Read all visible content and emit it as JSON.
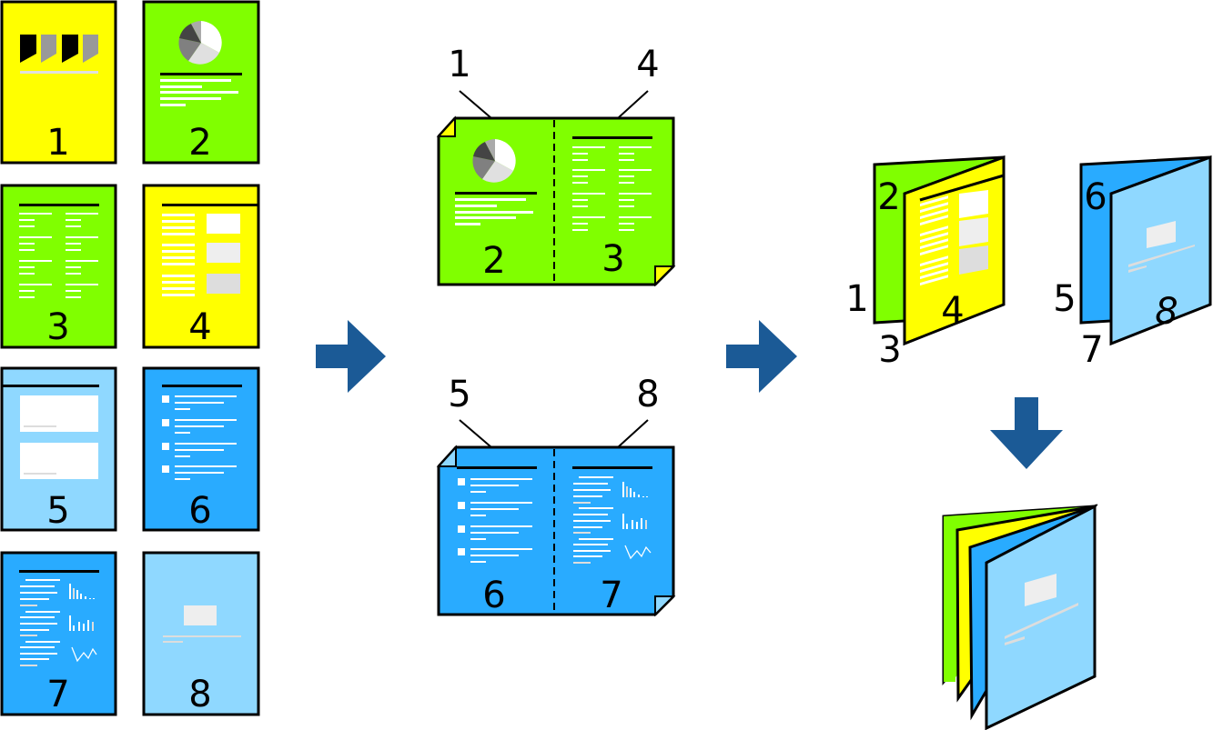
{
  "diagram": {
    "title": "Booklet printing: pages imposed onto sheets, folded, and stacked",
    "colors": {
      "yellow": "#ffff00",
      "green": "#80ff00",
      "blue": "#29abff",
      "light_blue": "#8fd8ff",
      "arrow": "#1b5a96",
      "outline": "#000000"
    },
    "source_pages": [
      {
        "number": "1",
        "color": "yellow",
        "content": "bookmark-icons"
      },
      {
        "number": "2",
        "color": "green",
        "content": "pie-chart-text"
      },
      {
        "number": "3",
        "color": "green",
        "content": "two-column-text"
      },
      {
        "number": "4",
        "color": "yellow",
        "content": "text-with-image-boxes"
      },
      {
        "number": "5",
        "color": "light_blue",
        "content": "two-cards"
      },
      {
        "number": "6",
        "color": "blue",
        "content": "checklist"
      },
      {
        "number": "7",
        "color": "blue",
        "content": "text-with-charts"
      },
      {
        "number": "8",
        "color": "light_blue",
        "content": "cover-image"
      }
    ],
    "sheets": [
      {
        "left_page": "2",
        "right_page": "3",
        "back_left": "1",
        "back_right": "4",
        "color": "green"
      },
      {
        "left_page": "6",
        "right_page": "7",
        "back_left": "5",
        "back_right": "8",
        "color": "blue"
      }
    ],
    "folded": [
      {
        "inner": "2",
        "outer_back": "1",
        "inner_bottom": "3",
        "front": "4"
      },
      {
        "inner": "6",
        "outer_back": "5",
        "inner_bottom": "7",
        "front": "8"
      }
    ],
    "arrows": [
      "right",
      "right",
      "down"
    ]
  }
}
